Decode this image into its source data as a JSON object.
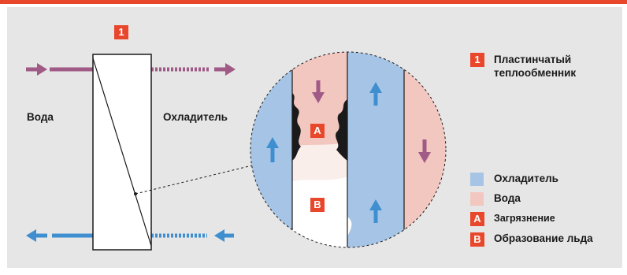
{
  "colors": {
    "accent": "#e8472b",
    "panel": "#e6e6e6",
    "water": "#f2c7c0",
    "coolant": "#a6c5e6",
    "water_arrow": "#a05a86",
    "coolant_arrow": "#3f8fd0"
  },
  "diagram": {
    "exchanger_badge": "1",
    "left_label": "Вода",
    "right_label": "Охладитель",
    "zoom": {
      "badge_a": "A",
      "badge_b": "B"
    }
  },
  "legend": {
    "title_badge": "1",
    "title_line1": "Пластинчатый",
    "title_line2": "теплообменник",
    "items": [
      {
        "swatch": "coolant",
        "label": "Охладитель"
      },
      {
        "swatch": "water",
        "label": "Вода"
      },
      {
        "badge": "A",
        "label": "Загрязнение"
      },
      {
        "badge": "B",
        "label": "Образование льда"
      }
    ]
  }
}
